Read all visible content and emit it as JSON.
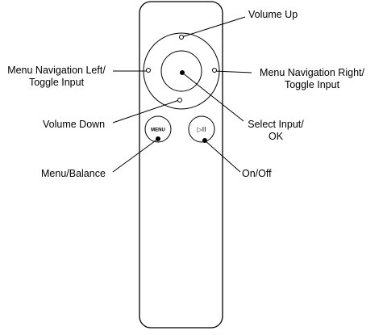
{
  "callouts": {
    "volume_up": "Volume Up",
    "nav_left_line1": "Menu Navigation Left/",
    "nav_left_line2": "Toggle Input",
    "nav_right_line1": "Menu Navigation Right/",
    "nav_right_line2": "Toggle Input",
    "volume_down": "Volume Down",
    "select_line1": "Select Input/",
    "select_line2": "OK",
    "menu_balance": "Menu/Balance",
    "on_off": "On/Off"
  },
  "remote": {
    "menu_button_text": "MENU",
    "play_pause_glyph": "▷II"
  },
  "colors": {
    "stroke": "#000000",
    "background": "#ffffff"
  }
}
